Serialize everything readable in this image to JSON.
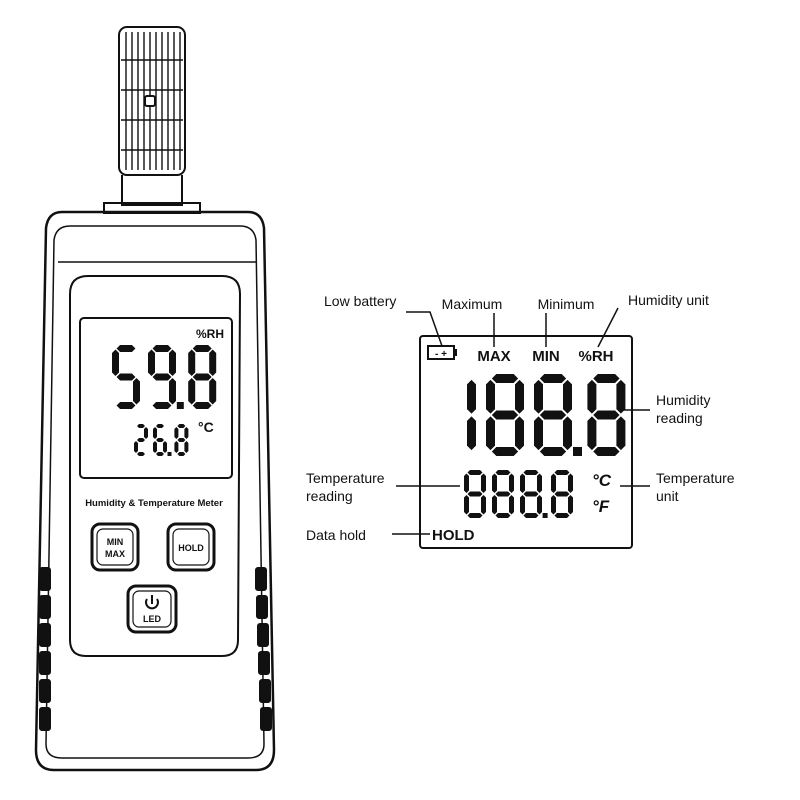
{
  "device": {
    "lcd": {
      "humidity_unit": "%RH",
      "humidity_value": "59.8",
      "temperature_value": "26.8",
      "temperature_unit": "°C"
    },
    "model_label": "Humidity & Temperature Meter",
    "buttons": {
      "min_max_line1": "MIN",
      "min_max_line2": "MAX",
      "hold": "HOLD",
      "led": "LED"
    }
  },
  "display_detail": {
    "indicators": {
      "max": "MAX",
      "min": "MIN",
      "humidity_unit": "%RH",
      "battery": "- +",
      "celsius": "°C",
      "fahrenheit": "°F",
      "hold": "HOLD"
    },
    "humidity_digits": "188.8",
    "temperature_digits": "888.8"
  },
  "callouts": {
    "low_battery": "Low battery",
    "maximum": "Maximum",
    "minimum": "Minimum",
    "humidity_unit": "Humidity unit",
    "humidity_reading_line1": "Humidity",
    "humidity_reading_line2": "reading",
    "temperature_reading_line1": "Temperature",
    "temperature_reading_line2": "reading",
    "temperature_unit_line1": "Temperature",
    "temperature_unit_line2": "unit",
    "data_hold": "Data hold"
  },
  "icons": {
    "power": "power-icon",
    "battery": "battery-icon"
  },
  "colors": {
    "outline": "#111111",
    "background": "#ffffff"
  }
}
